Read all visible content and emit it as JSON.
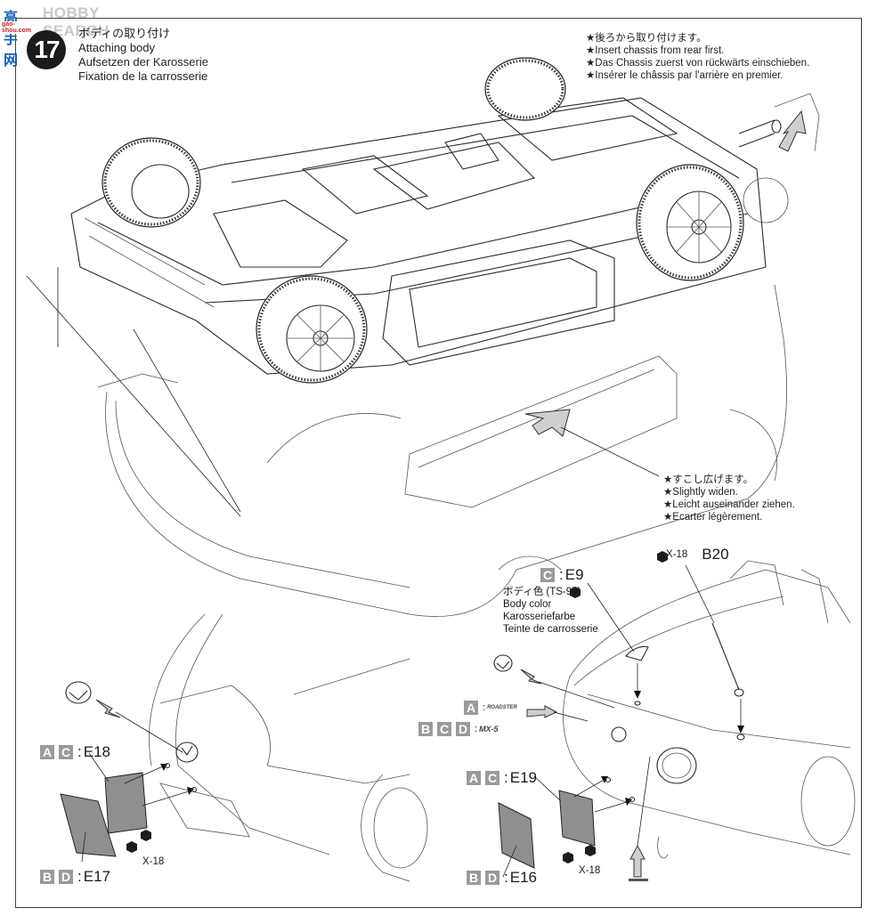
{
  "watermark": {
    "brand": "HOBBY SEARCH",
    "logo": "高手网",
    "site": "gao-shou.com"
  },
  "step": {
    "number": "17",
    "title_jp": "ボディの取り付け",
    "title_en": "Attaching body",
    "title_de": "Aufsetzen der Karosserie",
    "title_fr": "Fixation de la carrosserie"
  },
  "notes": {
    "rear_first": [
      "★後ろから取り付けます。",
      "★Insert chassis from rear first.",
      "★Das Chassis zuerst von rückwärts einschieben.",
      "★Insérer le châssis par l'arrière en premier."
    ],
    "widen": [
      "★すこし広げます。",
      "★Slightly widen.",
      "★Leicht auseinander ziehen.",
      "★Ecarter légèrement."
    ]
  },
  "parts": {
    "e9": {
      "letters": [
        "C"
      ],
      "part": "E9"
    },
    "b20": {
      "paint": "X-18",
      "part": "B20"
    },
    "e18": {
      "letters": [
        "A",
        "C"
      ],
      "part": "E18"
    },
    "e17": {
      "letters": [
        "B",
        "D"
      ],
      "part": "E17"
    },
    "e19": {
      "letters": [
        "A",
        "C"
      ],
      "part": "E19"
    },
    "e16": {
      "letters": [
        "B",
        "D"
      ],
      "part": "E16"
    },
    "x18_left": "X-18",
    "x18_right": "X-18"
  },
  "body_color": [
    "ボディ色 (TS-95)",
    "Body color",
    "Karosseriefarbe",
    "Teinte de carrosserie"
  ],
  "decals": {
    "roadster": {
      "letters": [
        "A"
      ],
      "text": "ROADSTER"
    },
    "mx5": {
      "letters": [
        "B",
        "C",
        "D"
      ],
      "text": "MX-5"
    }
  },
  "icons": {
    "step_badge": "circle-number",
    "paint_hex": "hexagon-paint-icon",
    "mazda_logo": "mazda-emblem-icon",
    "star": "star-icon"
  }
}
